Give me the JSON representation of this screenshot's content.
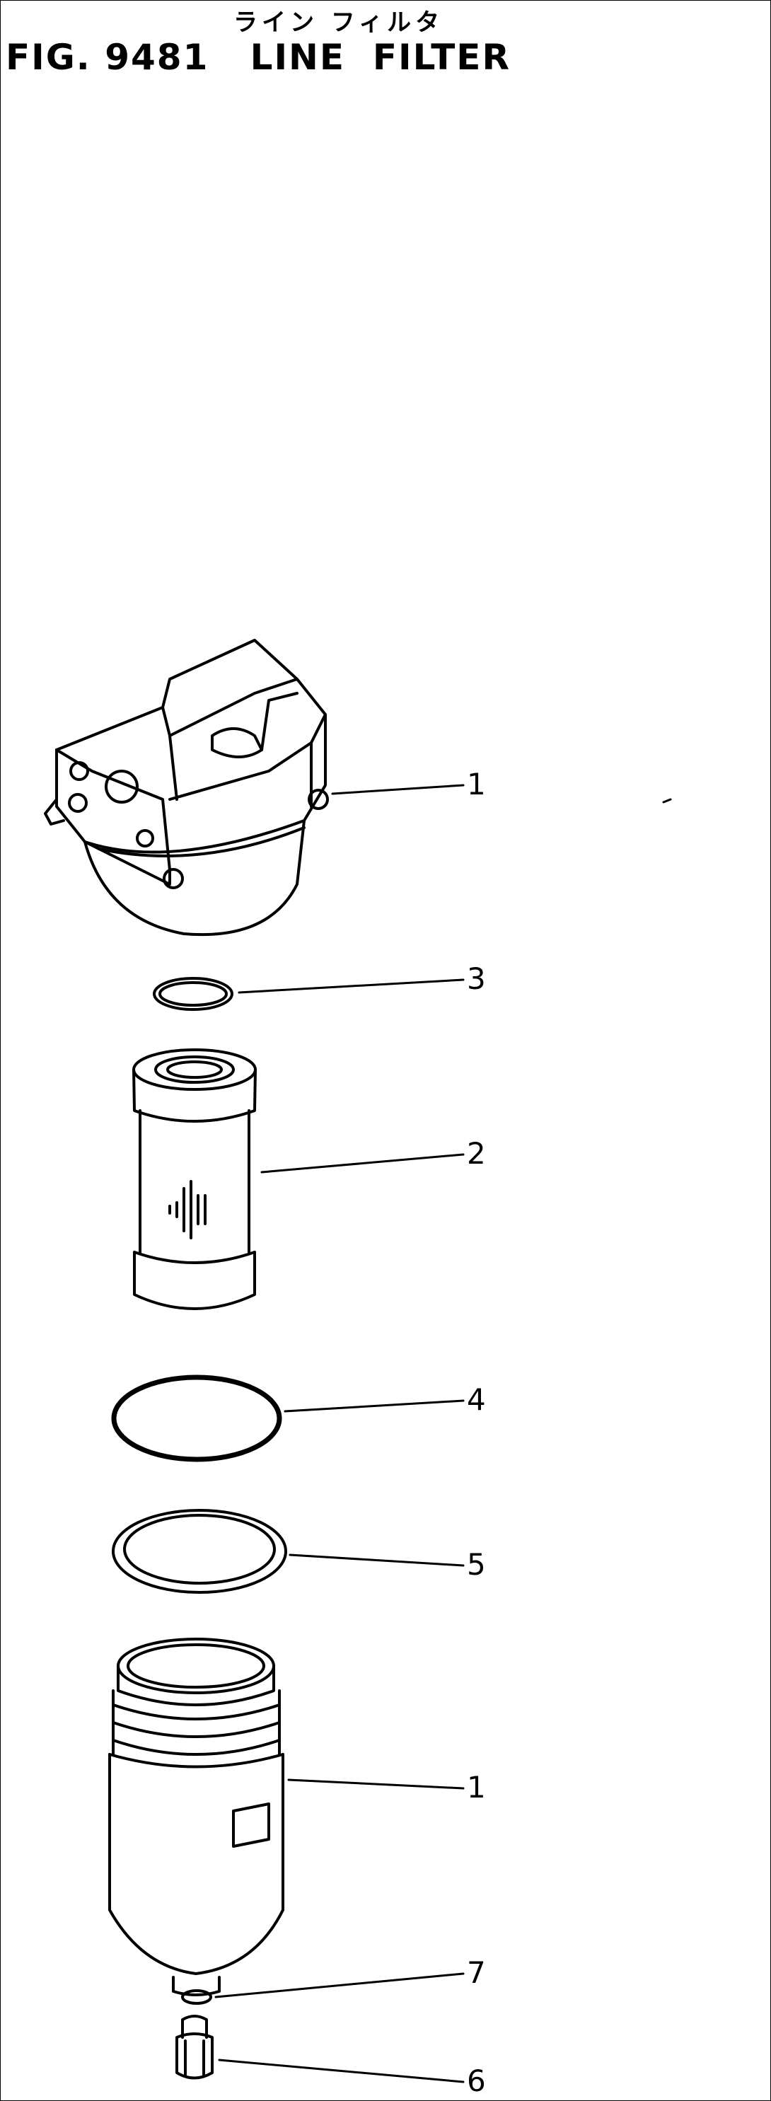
{
  "figure": {
    "title_jp": "ライン フィルタ",
    "title_en": "FIG. 9481   LINE  FILTER"
  },
  "callouts": [
    "1",
    "3",
    "2",
    "4",
    "5",
    "1",
    "7",
    "6"
  ],
  "parts": [
    "filter-head",
    "o-ring",
    "filter-element",
    "o-ring-large",
    "gasket",
    "filter-case",
    "small-o-ring",
    "drain-plug"
  ]
}
